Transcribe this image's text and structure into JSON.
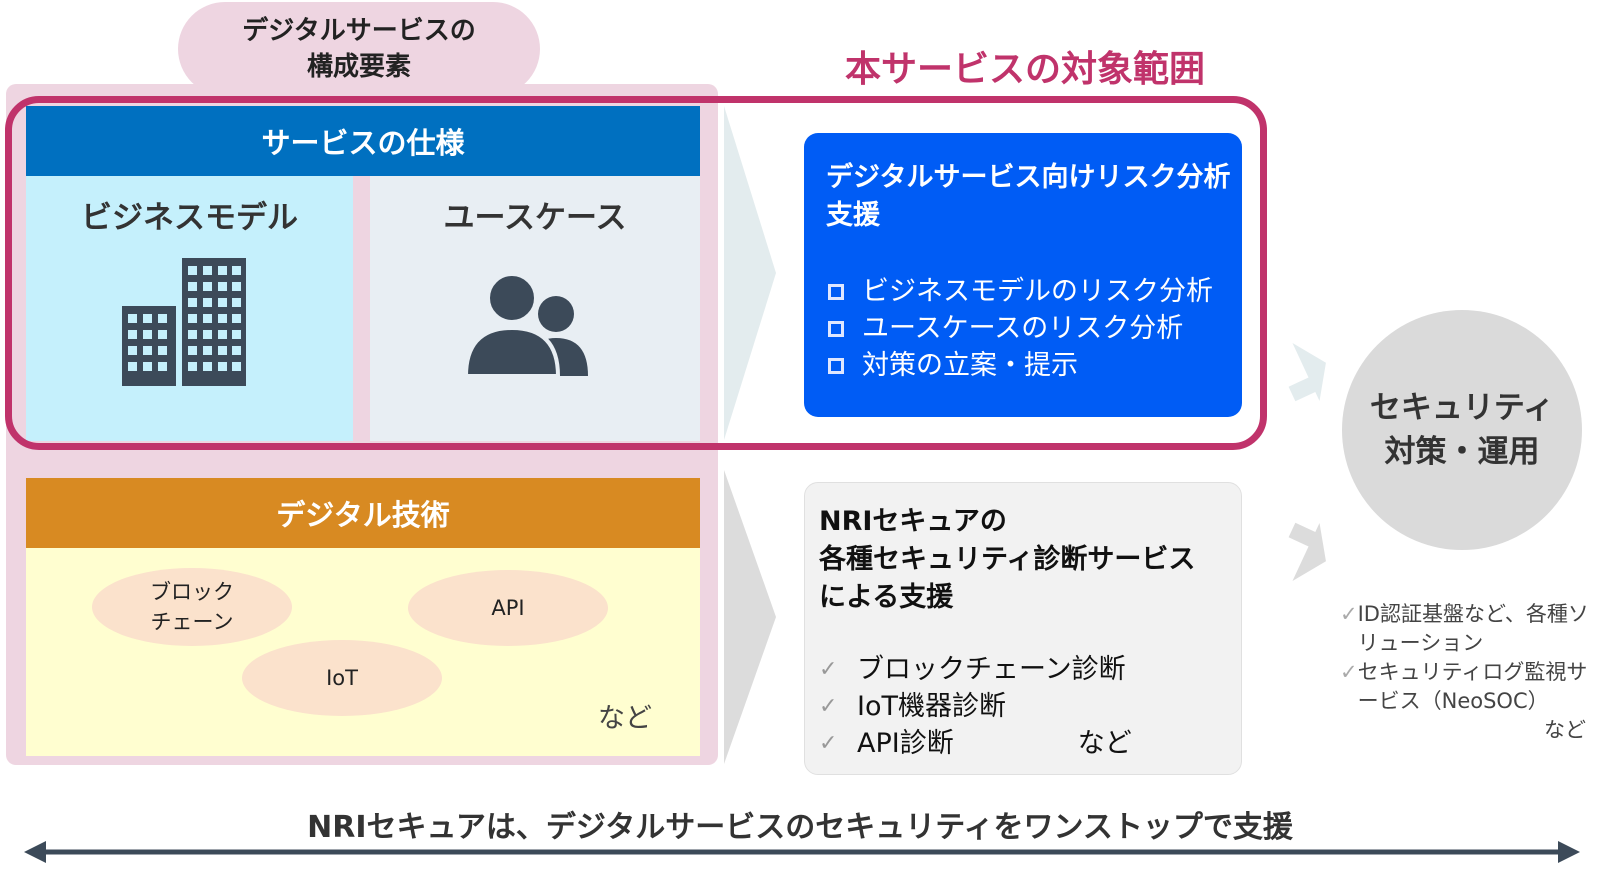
{
  "left_column": {
    "title": "デジタルサービスの\n構成要素",
    "spec_header": "サービスの仕様",
    "business_model": "ビジネスモデル",
    "use_case": "ユースケース",
    "tech_header": "デジタル技術",
    "tech_items": [
      "ブロック\nチェーン",
      "API",
      "IoT"
    ],
    "etc": "など"
  },
  "scope_title": "本サービスの対象範囲",
  "risk_box": {
    "title": "デジタルサービス向けリスク分析\n支援",
    "items": [
      "ビジネスモデルのリスク分析",
      "ユースケースのリスク分析",
      "対策の立案・提示"
    ]
  },
  "diagnosis_box": {
    "title": "NRIセキュアの\n各種セキュリティ診断サービス\nによる支援",
    "items": [
      "ブロックチェーン診断",
      "IoT機器診断",
      "API診断"
    ],
    "etc": "など"
  },
  "security_circle": "セキュリティ\n対策・運用",
  "security_notes": [
    "ID認証基盤など、各種ソリューション",
    "セキュリティログ監視サービス（NeoSOC）"
  ],
  "security_notes_etc": "など",
  "bottom_caption": "NRIセキュアは、デジタルサービスのセキュリティをワンストップで支援",
  "colors": {
    "spec_blue": "#0070c0",
    "tech_orange": "#d88a22",
    "scope_magenta": "#c0336b",
    "risk_box_blue": "#005cf5",
    "icon_slate": "#3c4a59"
  }
}
